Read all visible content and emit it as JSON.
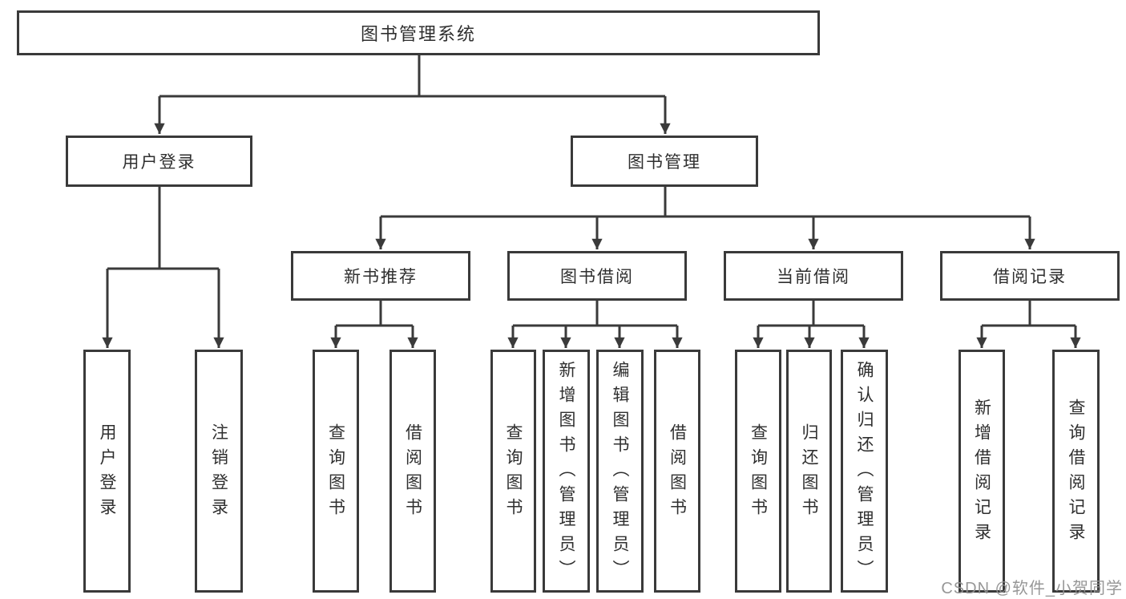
{
  "tree": {
    "root": {
      "label": "图书管理系统"
    },
    "branches": [
      {
        "label": "用户登录",
        "children": [
          {
            "label": "用户登录"
          },
          {
            "label": "注销登录"
          }
        ]
      },
      {
        "label": "图书管理",
        "children": [
          {
            "label": "新书推荐",
            "children": [
              {
                "label": "查询图书"
              },
              {
                "label": "借阅图书"
              }
            ]
          },
          {
            "label": "图书借阅",
            "children": [
              {
                "label": "查询图书"
              },
              {
                "label": "新增图书（管理员）"
              },
              {
                "label": "编辑图书（管理员）"
              },
              {
                "label": "借阅图书"
              }
            ]
          },
          {
            "label": "当前借阅",
            "children": [
              {
                "label": "查询图书"
              },
              {
                "label": "归还图书"
              },
              {
                "label": "确认归还（管理员）"
              }
            ]
          },
          {
            "label": "借阅记录",
            "children": [
              {
                "label": "新增借阅记录"
              },
              {
                "label": "查询借阅记录"
              }
            ]
          }
        ]
      }
    ]
  },
  "watermark": "CSDN @软件_小贺同学",
  "colors": {
    "line": "#3a3a3a",
    "border": "#3a3a3a",
    "text": "#2f2f2f",
    "background": "#ffffff",
    "watermark": "#919191"
  }
}
